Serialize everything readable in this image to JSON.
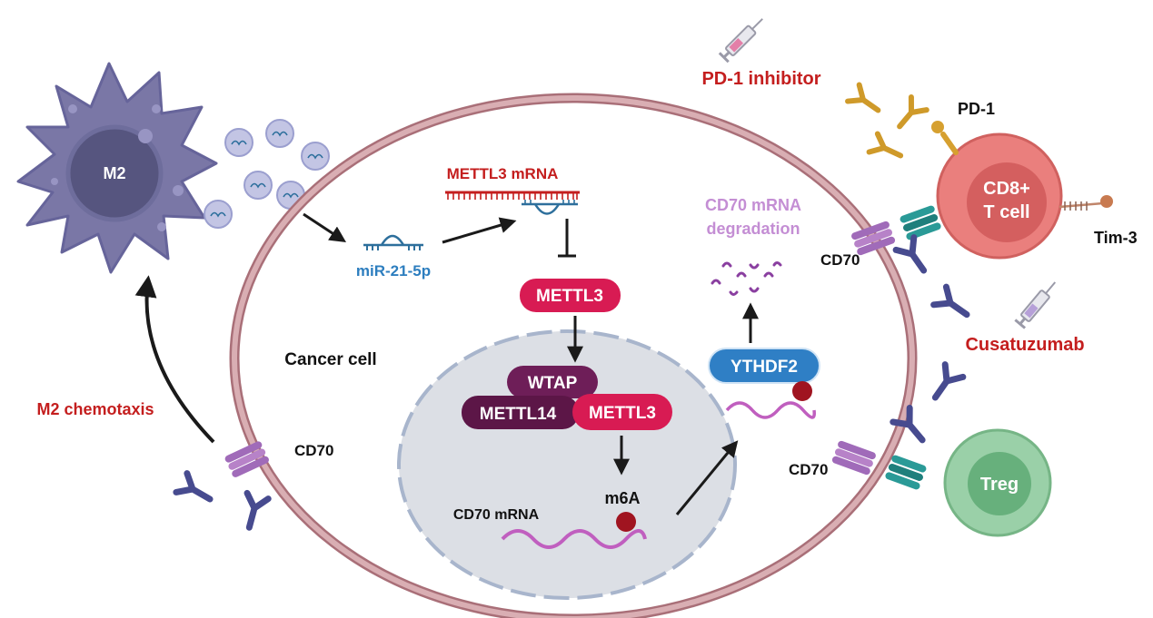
{
  "labels": {
    "m2": "M2",
    "m2_chemotaxis": "M2 chemotaxis",
    "cd70_left": "CD70",
    "cancer_cell": "Cancer cell",
    "mir": "miR-21-5p",
    "mettl3_mrna": "METTL3 mRNA",
    "mettl3_top": "METTL3",
    "wtap": "WTAP",
    "mettl14": "METTL14",
    "mettl3_complex": "METTL3",
    "m6a": "m6A",
    "cd70_mrna": "CD70 mRNA",
    "ythdf2": "YTHDF2",
    "degradation_line1": "CD70 mRNA",
    "degradation_line2": "degradation",
    "pd1_inhibitor": "PD-1 inhibitor",
    "pd1": "PD-1",
    "cd8_line1": "CD8+",
    "cd8_line2": "T cell",
    "tim3": "Tim-3",
    "cd70_tcell": "CD70",
    "cusatuzumab": "Cusatuzumab",
    "cd70_treg": "CD70",
    "treg": "Treg"
  },
  "colors": {
    "macrophage": "#7a77a6",
    "macrophage_nucleus": "#56557f",
    "membrane": "#c99aa0",
    "nucleus_fill": "#dcdfe5",
    "nucleus_border": "#a8b5cc",
    "mettl3_magenta": "#d81b53",
    "wtap_purple": "#6e1e58",
    "mettl14_purple": "#5c1647",
    "ythdf2_blue": "#2f7fc5",
    "mrna_purple": "#c05fbf",
    "m6a_red": "#a01420",
    "red_text": "#c41e1e",
    "mir_blue": "#2d7ebf",
    "degradation_purple": "#c48ed4",
    "antibody_navy": "#474b8f",
    "pd1_inhibitor_gold": "#cf9a2a",
    "tcell": "#ea7f7d",
    "treg": "#88c79a",
    "receptor_teal": "#2a9a97"
  }
}
